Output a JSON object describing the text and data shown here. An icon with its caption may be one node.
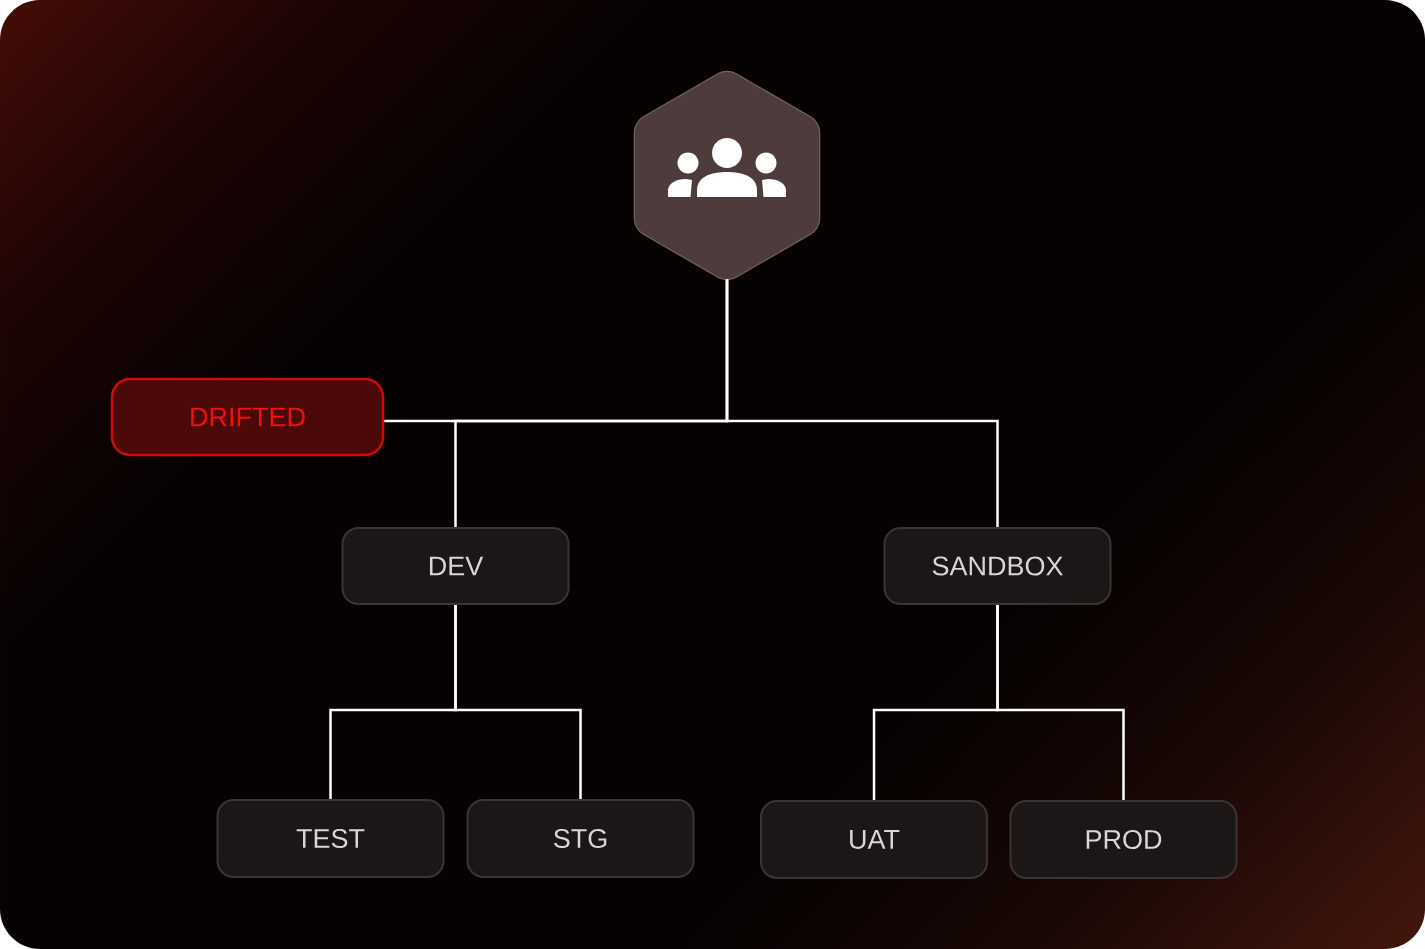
{
  "diagram": {
    "nodes": [
      {
        "text": [],
        "shape": "hexagon"
      },
      {
        "text": [
          "DRIFTED"
        ]
      },
      {
        "text": [
          "DEV"
        ]
      },
      {
        "text": [
          "SANDBOX"
        ]
      },
      {
        "text": [
          "TEST"
        ]
      },
      {
        "text": [
          "STG"
        ]
      },
      {
        "text": [
          "UAT"
        ]
      },
      {
        "text": [
          "PROD"
        ]
      }
    ],
    "edges": [
      {
        "from": 0,
        "to": 1,
        "arrow": "none"
      },
      {
        "from": 0,
        "to": 2,
        "arrow": "none"
      },
      {
        "from": 0,
        "to": 3,
        "arrow": "none"
      },
      {
        "from": 2,
        "to": 4,
        "arrow": "none"
      },
      {
        "from": 2,
        "to": 5,
        "arrow": "none"
      },
      {
        "from": 3,
        "to": 6,
        "arrow": "none"
      },
      {
        "from": 3,
        "to": 7,
        "arrow": "none"
      }
    ]
  }
}
